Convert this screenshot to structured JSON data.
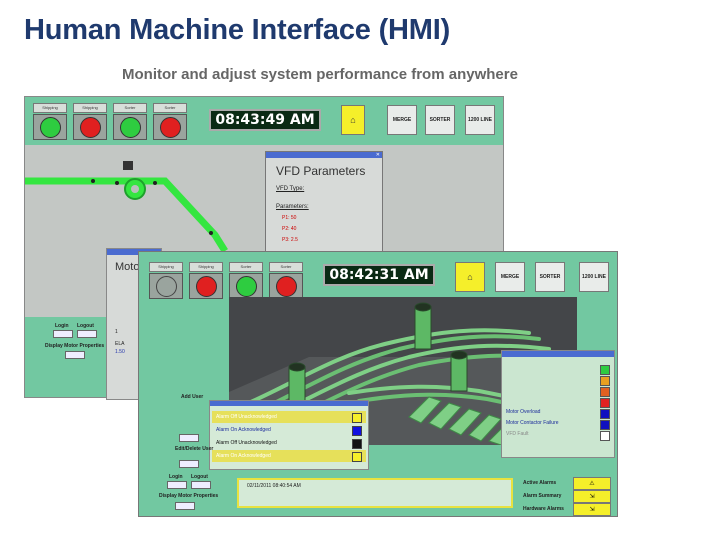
{
  "slide": {
    "title": "Human Machine Interface (HMI)",
    "subtitle": "Monitor and adjust system performance from anywhere"
  },
  "colors": {
    "green_lamp": "#2ecc40",
    "red_lamp": "#e02020",
    "panel_green": "#72c8a1",
    "conveyor_green": "#34e640",
    "button_yellow": "#f5ef2a"
  },
  "back_window": {
    "lamps": [
      {
        "label": "Shipping",
        "color": "green"
      },
      {
        "label": "Shipping",
        "color": "red"
      },
      {
        "label": "Sorter",
        "color": "green"
      },
      {
        "label": "Sorter",
        "color": "red"
      }
    ],
    "clock": "08:43:49 AM",
    "nav": {
      "home_icon": "home-icon",
      "merge": "MERGE",
      "sorter": "SORTER",
      "line": "1200 LINE"
    },
    "vfd": {
      "heading": "VFD Parameters",
      "type_label": "VFD Type:",
      "params_label": "Parameters:",
      "params": [
        {
          "name": "P1:",
          "value": "50"
        },
        {
          "name": "P2:",
          "value": "40"
        },
        {
          "name": "P3:",
          "value": "2.5"
        }
      ]
    },
    "login": "Login",
    "logout": "Logout",
    "display_motor": "Display Motor Properties"
  },
  "motor_popup": {
    "heading": "Motor",
    "ela_label": "ELA",
    "ela_value": "1.50",
    "index_value": "1"
  },
  "front_window": {
    "lamps": [
      {
        "label": "Shipping",
        "color": "green"
      },
      {
        "label": "Shipping",
        "color": "red"
      },
      {
        "label": "Sorter",
        "color": "green"
      },
      {
        "label": "Sorter",
        "color": "red"
      }
    ],
    "clock": "08:42:31 AM",
    "nav": {
      "merge": "MERGE",
      "sorter": "SORTER",
      "line": "1200 LINE"
    },
    "alarm_legend": {
      "items": [
        {
          "label": "Alarm Off Unacknowledged",
          "color": "#f5ef2a"
        },
        {
          "label": "Alarm On Acknowledged",
          "color": "#1010e0"
        },
        {
          "label": "Alarm Off Unacknowledged",
          "color": "#111111"
        },
        {
          "label": "Alarm On Acknowledged",
          "color": "#f5ef2a"
        }
      ]
    },
    "motor_legend": {
      "items": [
        {
          "label": "",
          "color": "#2ecc40"
        },
        {
          "label": "",
          "color": "#e8a020"
        },
        {
          "label": "",
          "color": "#e06020"
        },
        {
          "label": "",
          "color": "#e02020"
        },
        {
          "label": "Motor Overload",
          "color": "#1010c0"
        },
        {
          "label": "Motor Contactor Failure",
          "color": "#1010c0"
        },
        {
          "label": "VFD Fault",
          "color": "#ffffff"
        }
      ]
    },
    "message": {
      "time": "02/11/2011 08:40:54 AM"
    },
    "add_user": "Add User",
    "edit_user": "Edit/Delete User",
    "login": "Login",
    "logout": "Logout",
    "display_motor": "Display Motor Properties",
    "alarms": {
      "active": "Active Alarms",
      "summary": "Alarm Summary",
      "hardware": "Hardware Alarms"
    }
  }
}
